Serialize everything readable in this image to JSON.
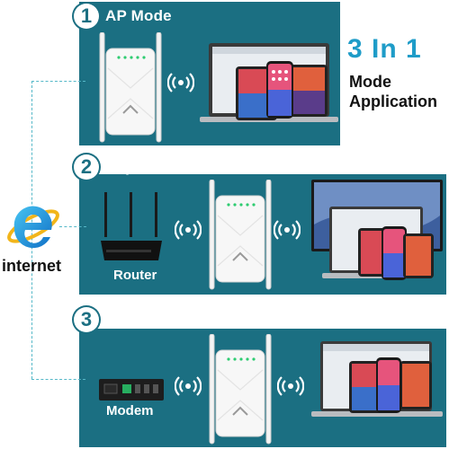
{
  "modes": [
    {
      "number": "1",
      "title": "AP Mode"
    },
    {
      "number": "2",
      "title": "Repeater Mode"
    },
    {
      "number": "3",
      "title": "Router Mode"
    }
  ],
  "headline": {
    "title": "3 In 1",
    "line1": "Mode",
    "line2": "Application"
  },
  "internet_label": "internet",
  "devices": {
    "router": "Router",
    "modem": "Modem"
  },
  "colors": {
    "panel": "#1b6f82",
    "headline": "#1e9cc8",
    "dash": "#55b8c8"
  },
  "icons": [
    "internet-explorer-icon",
    "wifi-extender-icon",
    "wifi-signal-icon",
    "laptop-icon",
    "tablet-icon",
    "smartphone-icon",
    "router-icon",
    "modem-icon",
    "monitor-icon"
  ]
}
